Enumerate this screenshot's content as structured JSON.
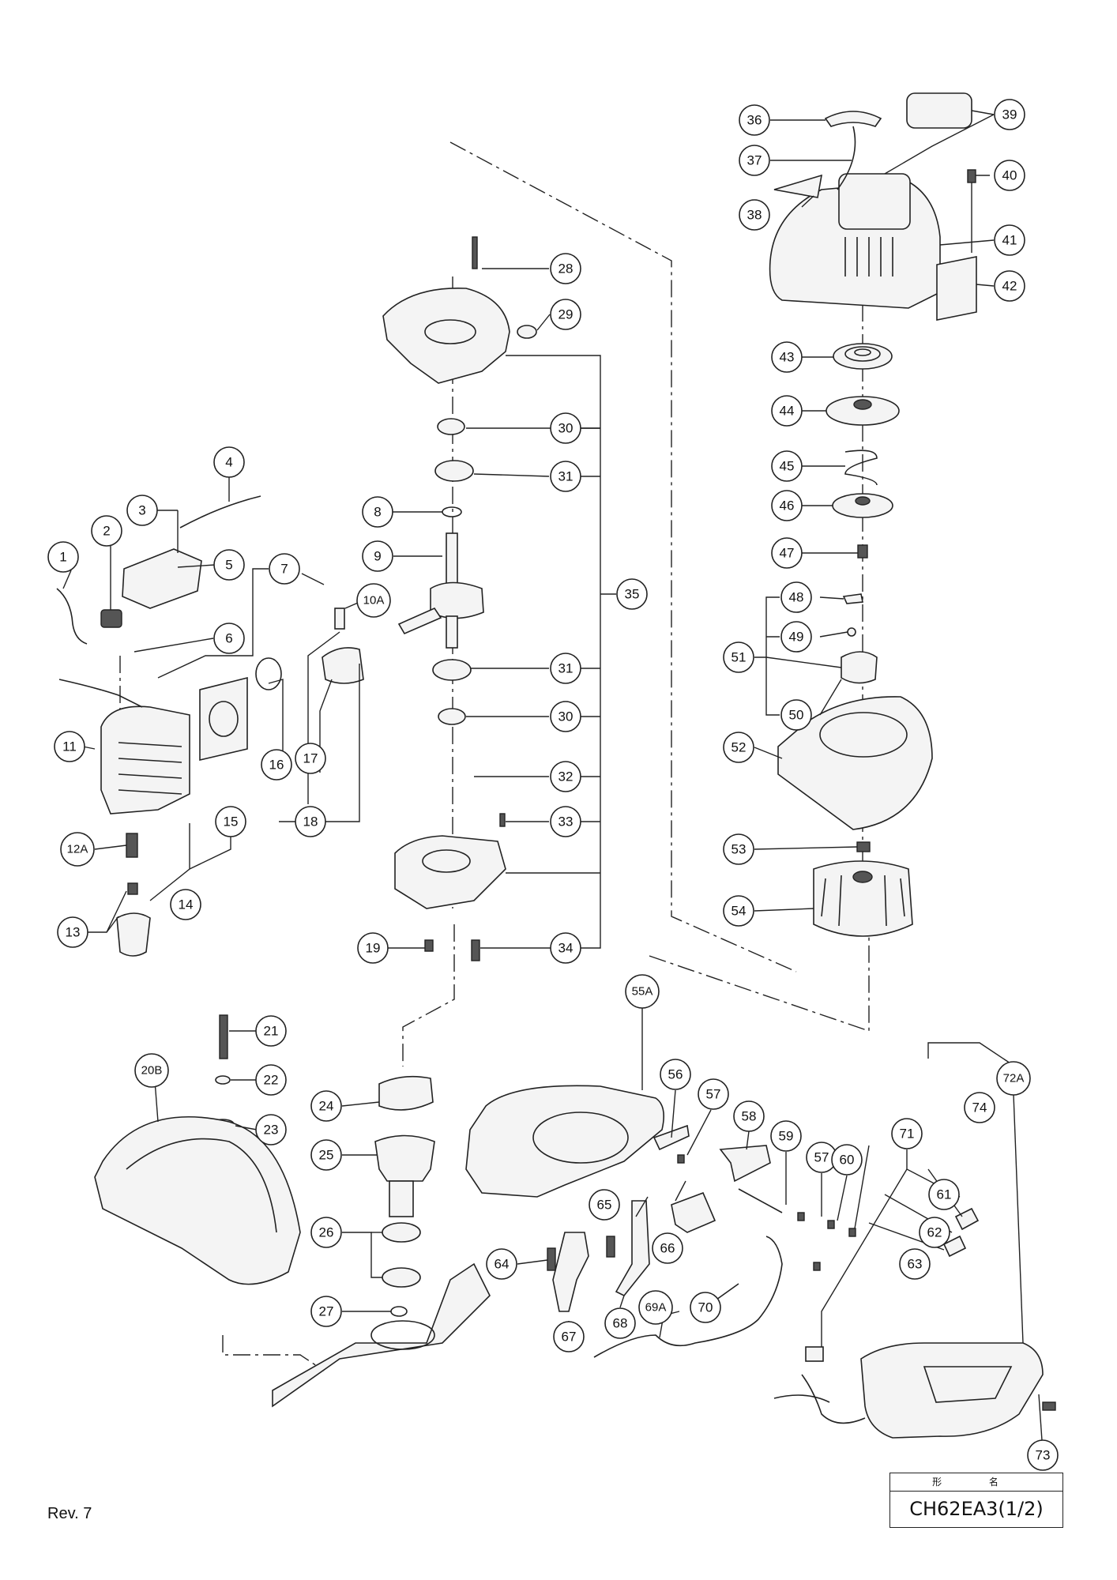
{
  "revision": "Rev. 7",
  "title_block": {
    "header": "形 名",
    "model": "CH62EA3(1/2)"
  },
  "part_callouts": [
    "1",
    "2",
    "3",
    "4",
    "5",
    "6",
    "7",
    "8",
    "9",
    "10A",
    "11",
    "12A",
    "13",
    "14",
    "15",
    "16",
    "17",
    "18",
    "19",
    "20B",
    "21",
    "22",
    "23",
    "24",
    "25",
    "26",
    "27",
    "28",
    "29",
    "30",
    "31",
    "32",
    "33",
    "34",
    "35",
    "36",
    "37",
    "38",
    "39",
    "40",
    "41",
    "42",
    "43",
    "44",
    "45",
    "46",
    "47",
    "48",
    "49",
    "50",
    "51",
    "52",
    "53",
    "54",
    "55A",
    "56",
    "57",
    "58",
    "59",
    "60",
    "61",
    "62",
    "63",
    "64",
    "65",
    "66",
    "67",
    "68",
    "69A",
    "70",
    "71",
    "72A",
    "73",
    "74"
  ]
}
